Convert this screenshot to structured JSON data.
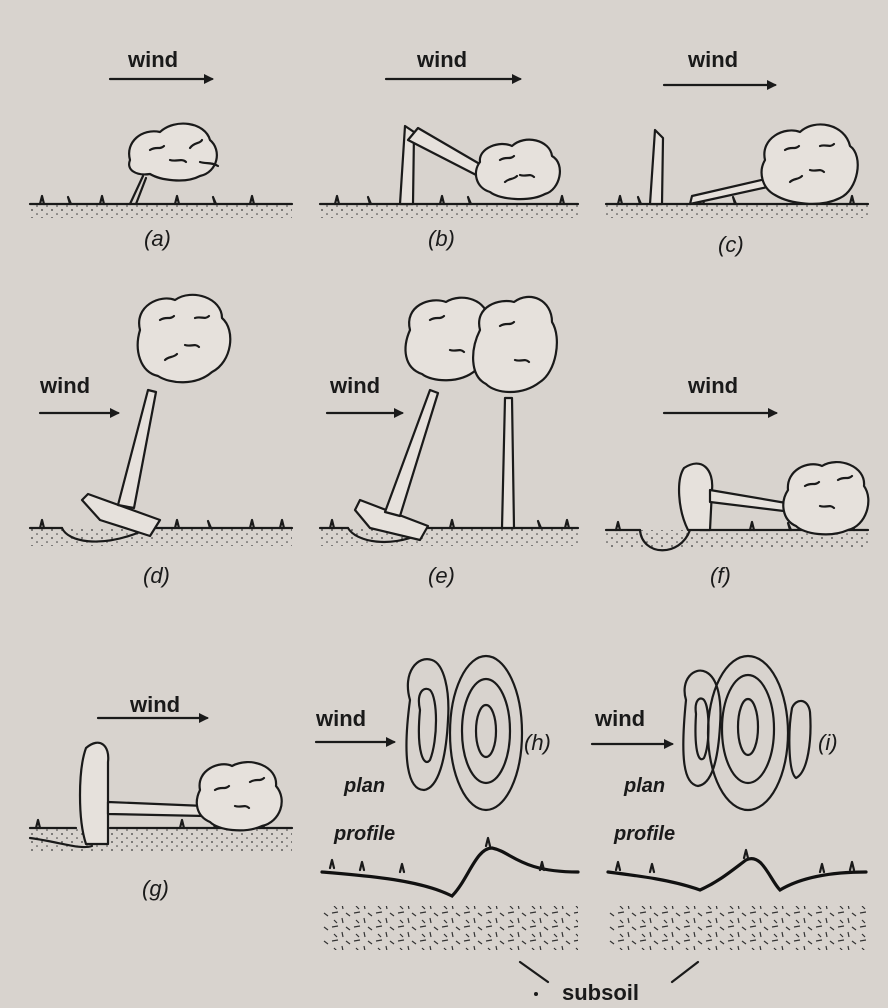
{
  "labels": {
    "wind": "wind",
    "plan": "plan",
    "profile": "profile",
    "subsoil": "subsoil"
  },
  "captions": {
    "a": "(a)",
    "b": "(b)",
    "c": "(c)",
    "d": "(d)",
    "e": "(e)",
    "f": "(f)",
    "g": "(g)",
    "h": "(h)",
    "i": "(i)"
  },
  "colors": {
    "ink": "#1a1a1a",
    "paper": "#d8d3ce"
  },
  "icons": {
    "arrow": "wind-arrow-icon",
    "tree": "tree-icon",
    "root-plate": "root-plate-icon"
  }
}
